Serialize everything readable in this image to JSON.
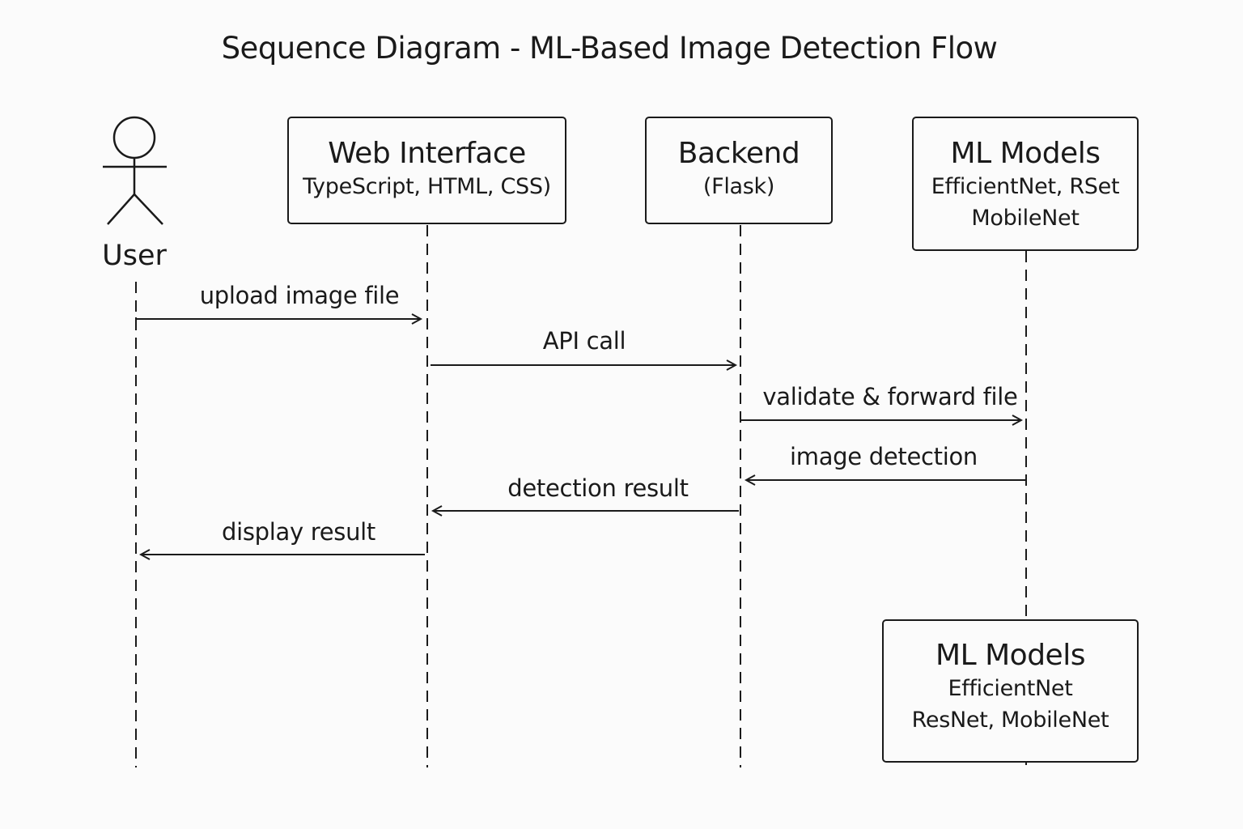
{
  "title": "Sequence Diagram - ML-Based Image Detection Flow",
  "participants": {
    "user": {
      "name": "User"
    },
    "web": {
      "name": "Web Interface",
      "sub": [
        "TypeScript, HTML, CSS)"
      ]
    },
    "backend": {
      "name": "Backend",
      "sub": [
        "(Flask)"
      ]
    },
    "ml_top": {
      "name": "ML Models",
      "sub": [
        "EfficientNet, RSet",
        "MobileNet"
      ]
    },
    "ml_bottom": {
      "name": "ML Models",
      "sub": [
        "EfficientNet",
        "ResNet, MobileNet"
      ]
    }
  },
  "messages": [
    {
      "label": "upload image file",
      "from": "user",
      "to": "web"
    },
    {
      "label": "API call",
      "from": "web",
      "to": "backend"
    },
    {
      "label": "validate & forward file",
      "from": "backend",
      "to": "ml"
    },
    {
      "label": "image detection",
      "from": "ml",
      "to": "backend"
    },
    {
      "label": "detection result",
      "from": "backend",
      "to": "web"
    },
    {
      "label": "display result",
      "from": "web",
      "to": "user"
    }
  ]
}
